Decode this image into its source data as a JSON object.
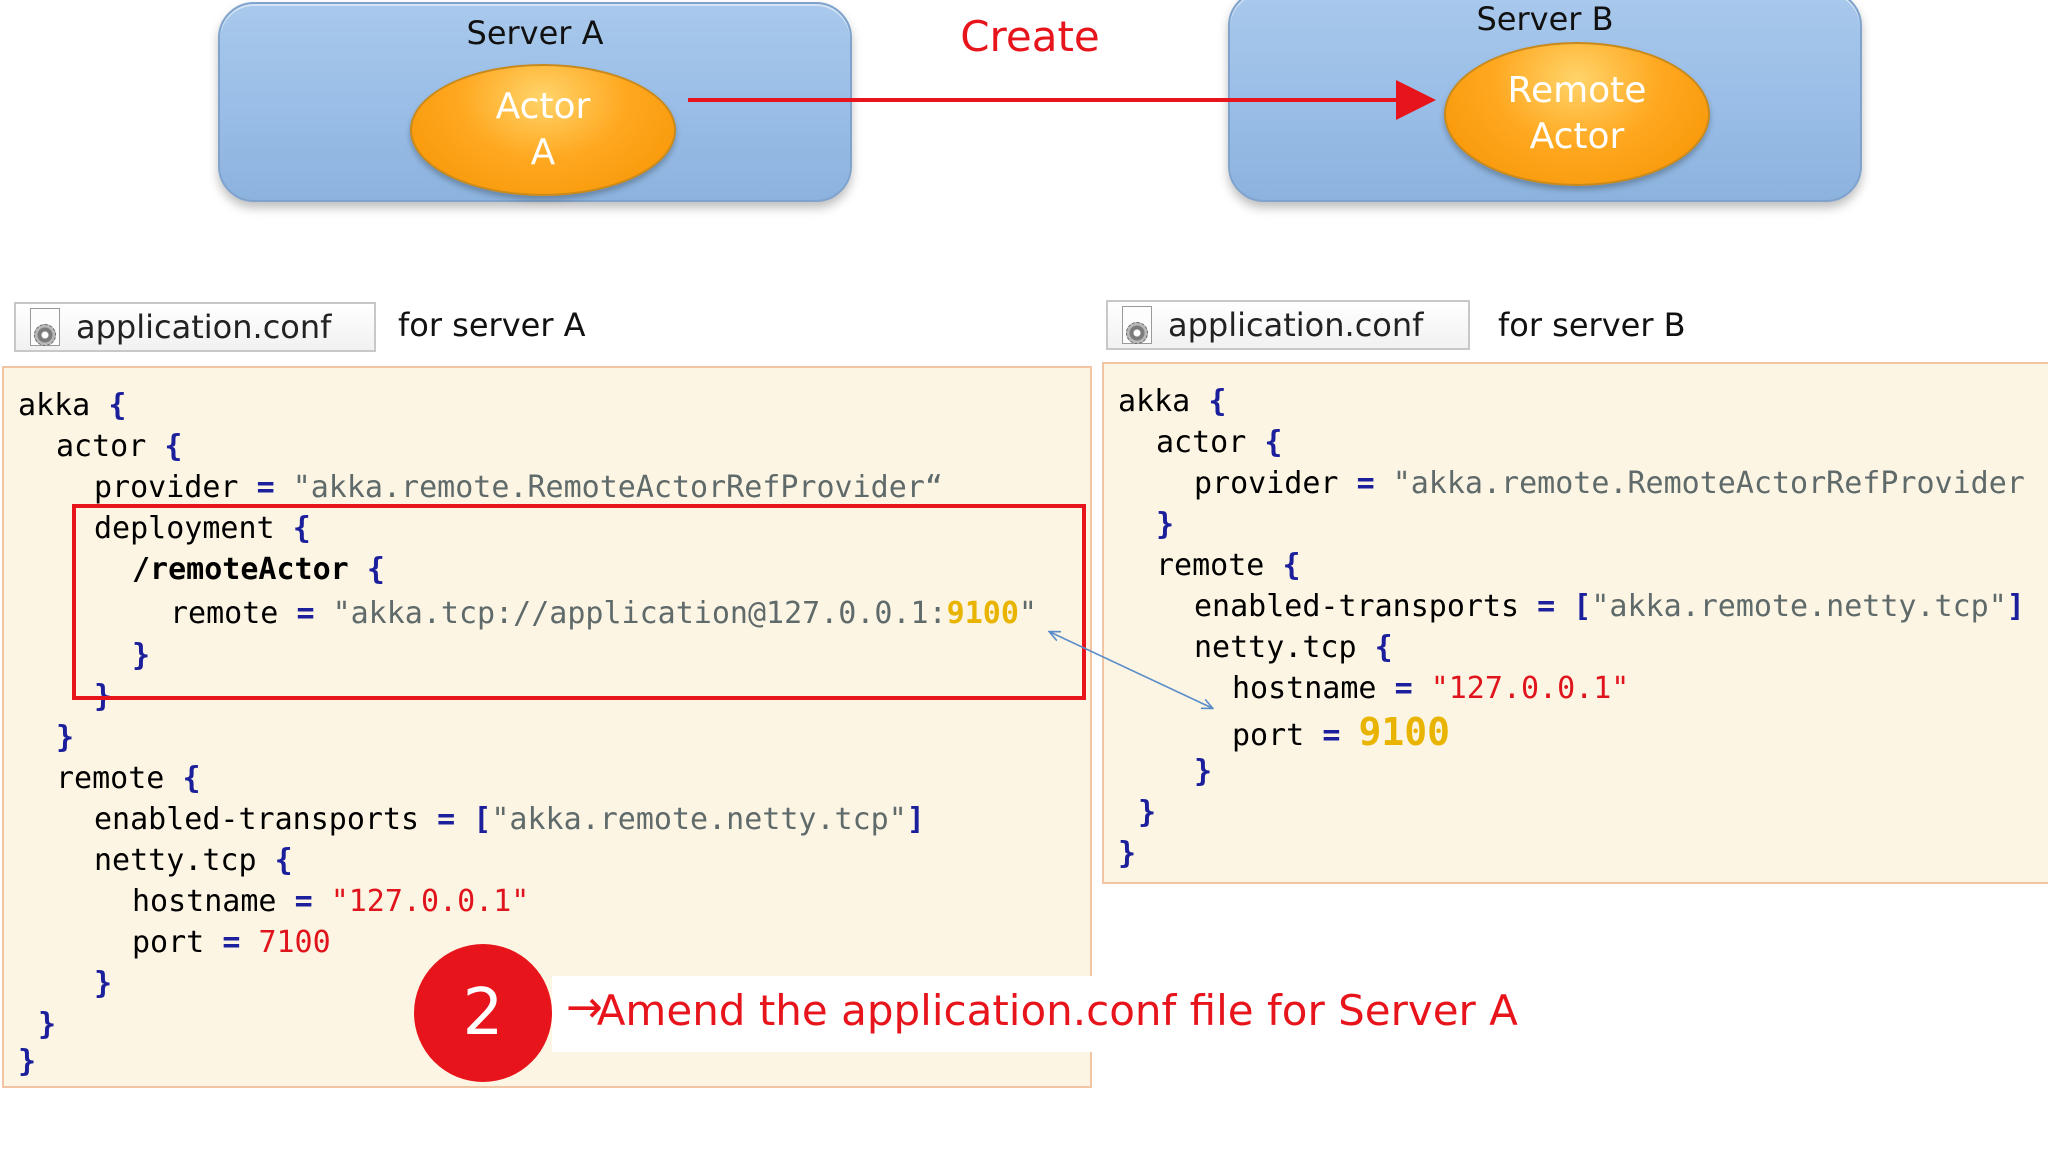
{
  "diagram": {
    "server_a": {
      "title": "Server A",
      "actor_line1": "Actor",
      "actor_line2": "A"
    },
    "server_b": {
      "title": "Server B",
      "actor_line1": "Remote",
      "actor_line2": "Actor"
    },
    "create_label": "Create",
    "colors": {
      "server_fill": "#9dc2e9",
      "actor_fill": "#ffa820",
      "accent_red": "#e8141c",
      "highlight_yellow": "#e8b400",
      "code_bg": "#fdf5e4"
    }
  },
  "file_a": {
    "tab_label": "application.conf",
    "tab_icon": "config-file-icon",
    "for_label": "for server A",
    "lines": {
      "l1_key": "akka",
      "l1_brace": "{",
      "l2_key": "actor",
      "l2_brace": "{",
      "l3_key": "provider",
      "l3_eq": "=",
      "l3_val": "\"akka.remote.RemoteActorRefProvider“",
      "l4_key": "deployment",
      "l4_brace": "{",
      "l5_key": "/remoteActor",
      "l5_brace": "{",
      "l6_key": "remote",
      "l6_eq": "=",
      "l6_val_pre": "\"akka.tcp://application@127.0.0.1:",
      "l6_val_port": "9100",
      "l6_val_post": "\"",
      "l7_brace": "}",
      "l8_brace": "}",
      "l9_brace": "}",
      "l10_key": "remote",
      "l10_brace": "{",
      "l11_key": "enabled-transports",
      "l11_eq": "=",
      "l11_open": "[",
      "l11_val": "\"akka.remote.netty.tcp\"",
      "l11_close": "]",
      "l12_key": "netty.tcp",
      "l12_brace": "{",
      "l13_key": "hostname",
      "l13_eq": "=",
      "l13_val": "\"127.0.0.1\"",
      "l14_key": "port",
      "l14_eq": "=",
      "l14_val": "7100",
      "l15_brace": "}",
      "l16_brace": "}",
      "l17_brace": "}"
    }
  },
  "file_b": {
    "tab_label": "application.conf",
    "tab_icon": "config-file-icon",
    "for_label": "for server B",
    "lines": {
      "l1_key": "akka",
      "l1_brace": "{",
      "l2_key": "actor",
      "l2_brace": "{",
      "l3_key": "provider",
      "l3_eq": "=",
      "l3_val": "\"akka.remote.RemoteActorRefProvider",
      "l4_brace": "}",
      "l5_key": "remote",
      "l5_brace": "{",
      "l6_key": "enabled-transports",
      "l6_eq": "=",
      "l6_open": "[",
      "l6_val": "\"akka.remote.netty.tcp\"",
      "l6_close": "]",
      "l7_key": "netty.tcp",
      "l7_brace": "{",
      "l8_key": "hostname",
      "l8_eq": "=",
      "l8_val": "\"127.0.0.1\"",
      "l9_key": "port",
      "l9_eq": "=",
      "l9_val": "9100",
      "l10_brace": "}",
      "l11_brace": "}",
      "l12_brace": "}"
    }
  },
  "step": {
    "number": "2",
    "arrow": "→",
    "text": "Amend the application.conf file for Server A"
  }
}
